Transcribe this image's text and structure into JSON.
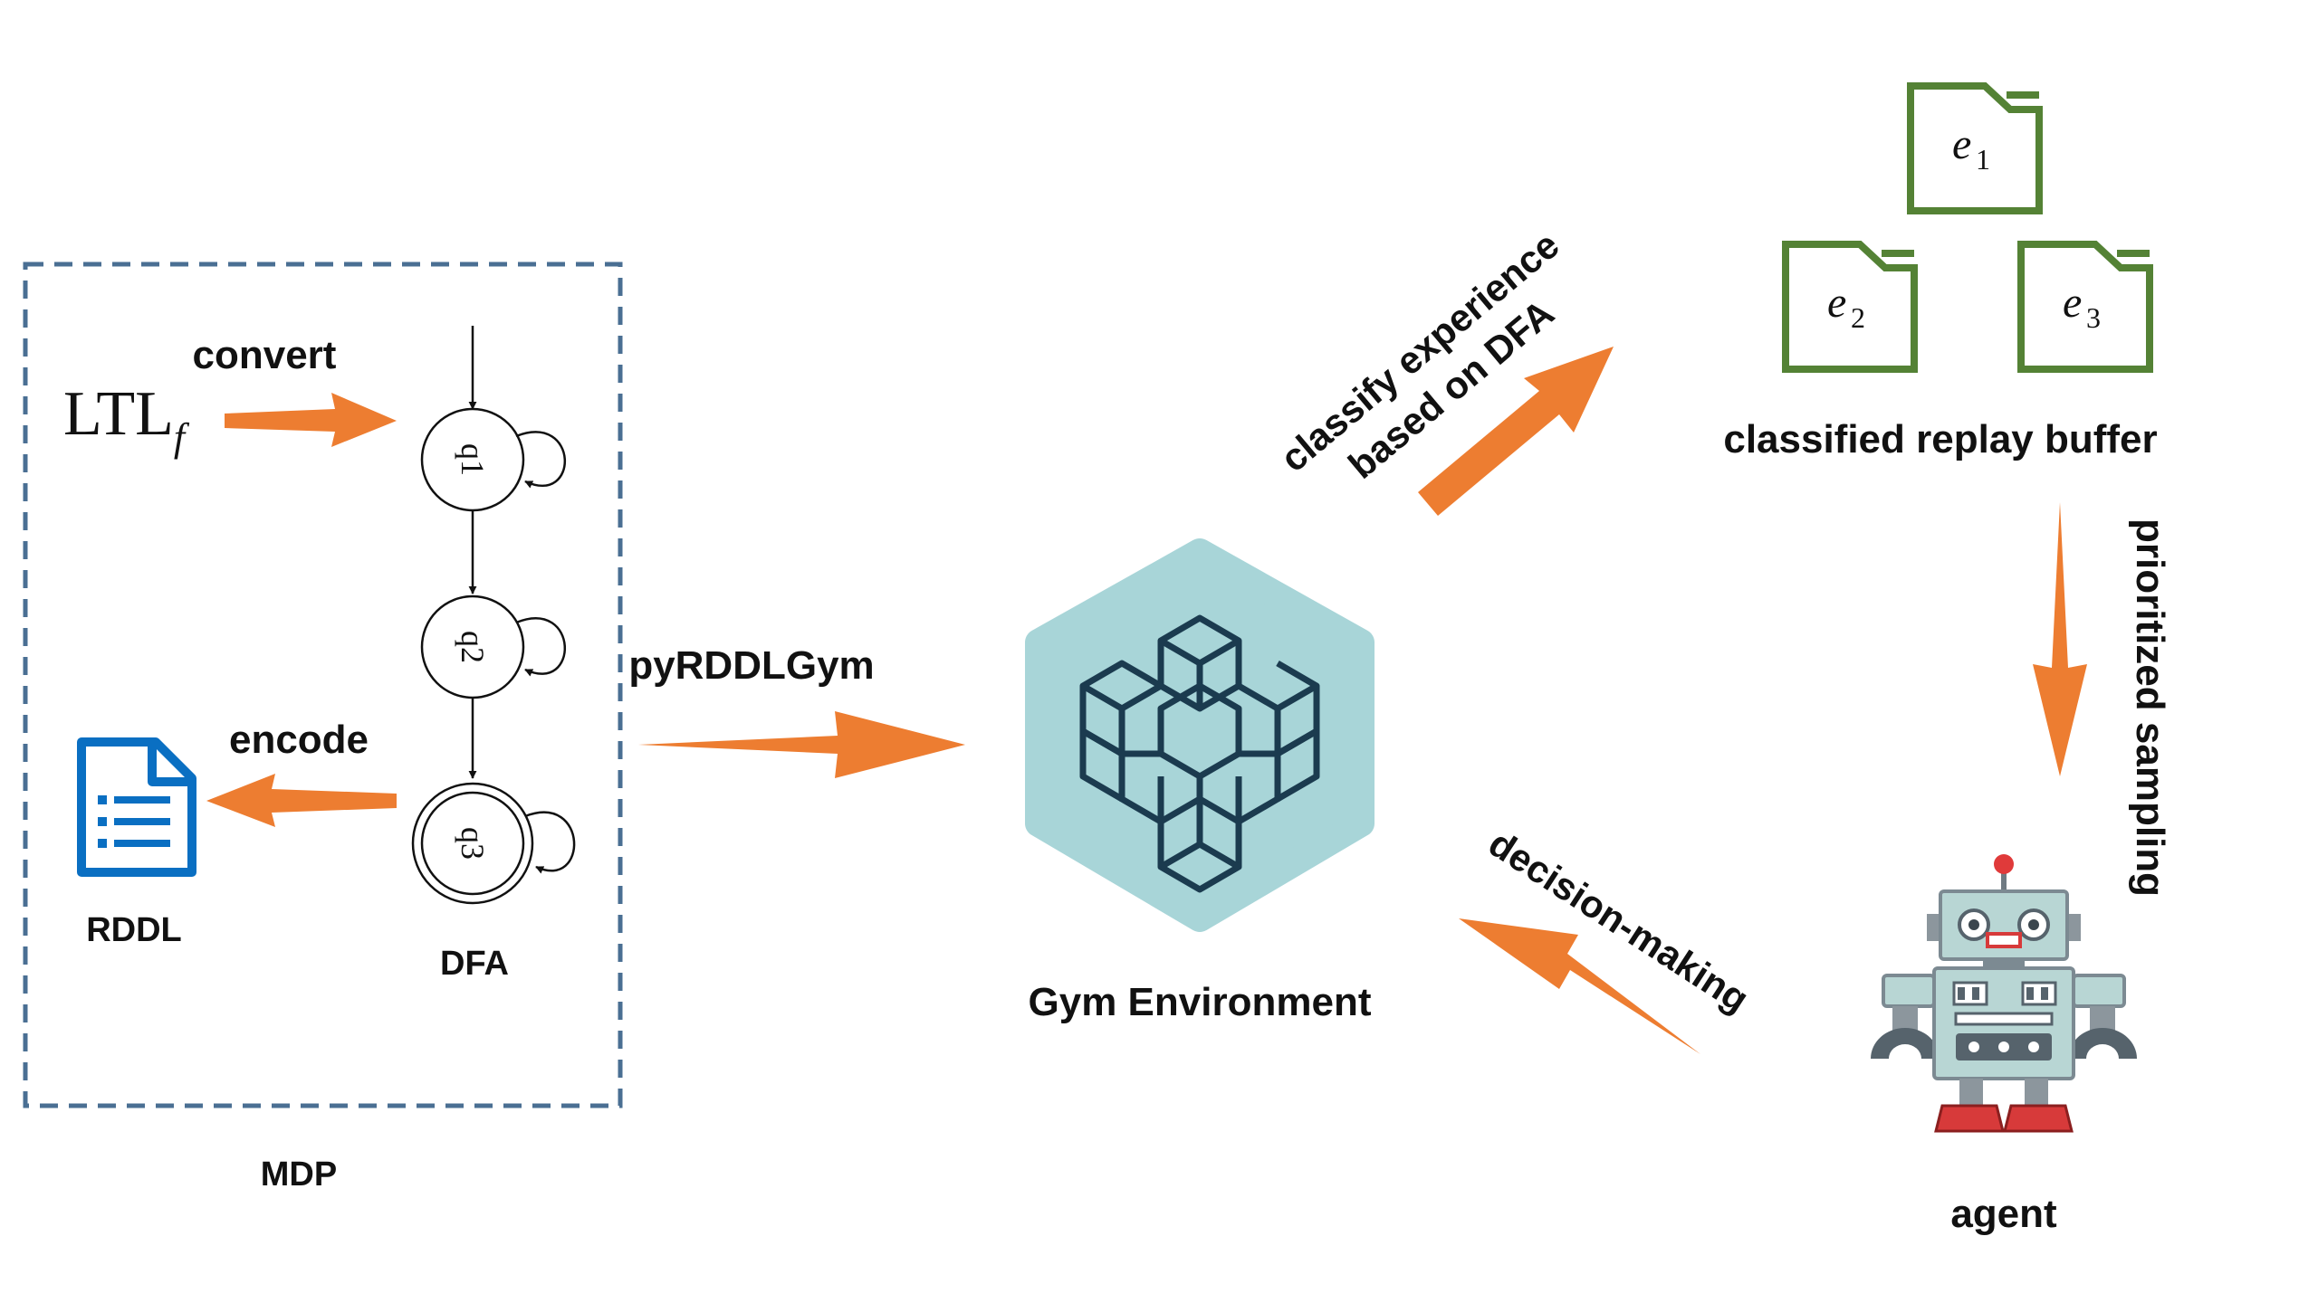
{
  "colors": {
    "arrow": "#ed7d31",
    "mdp_border": "#4a6f93",
    "folder": "#548235",
    "rddl_icon": "#0a6fc2",
    "gym_hex": "#a8d5d8",
    "gym_cube": "#1b3b4f"
  },
  "mdp": {
    "caption": "MDP",
    "convert_label": "convert",
    "ltl": {
      "main": "LTL",
      "subscript": "f"
    },
    "encode_label": "encode",
    "rddl_label": "RDDL",
    "rddl_icon": "document-icon",
    "dfa_label": "DFA",
    "dfa_states": [
      "q1",
      "q2",
      "q3"
    ]
  },
  "pyrddlgym_label": "pyRDDLGym",
  "gym": {
    "label": "Gym Environment",
    "icon": "gym-cube-icon"
  },
  "classify_label": {
    "line1": "classify experience",
    "line2": "based on DFA"
  },
  "buffer": {
    "label": "classified replay buffer",
    "folders": [
      {
        "name": "e",
        "sub": "1"
      },
      {
        "name": "e",
        "sub": "2"
      },
      {
        "name": "e",
        "sub": "3"
      }
    ],
    "folder_icon": "folder-icon"
  },
  "sampling_label": "prioritized sampling",
  "decision_label": "decision-making",
  "agent": {
    "label": "agent",
    "icon": "robot-icon"
  }
}
